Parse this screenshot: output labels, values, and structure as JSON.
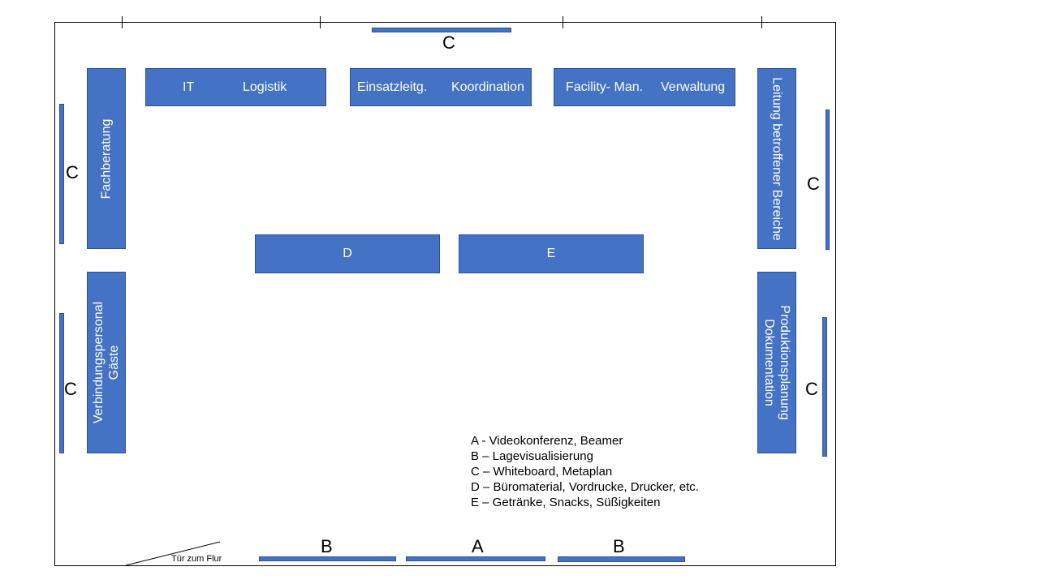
{
  "tables": {
    "top1": {
      "left": "IT",
      "right": "Logistik"
    },
    "top2": {
      "left": "Einsatzleitg.",
      "right": "Koordination"
    },
    "top3": {
      "left": "Facility- Man.",
      "right": "Verwaltung"
    },
    "left_upper": "Fachberatung",
    "left_lower": {
      "line1": "Verbindungspersonal",
      "line2": "Gäste"
    },
    "right_upper": "Leitung betroffener Bereiche",
    "right_lower": {
      "line1": "Produktionsplanung",
      "line2": "Dokumentation"
    },
    "center_d": "D",
    "center_e": "E"
  },
  "markers": {
    "c_top": "C",
    "c_left_upper": "C",
    "c_left_lower": "C",
    "c_right_upper": "C",
    "c_right_lower": "C",
    "b_left": "B",
    "a_bottom": "A",
    "b_right": "B"
  },
  "door_label": "Tür  zum Flur",
  "legend": [
    "A - Videokonferenz, Beamer",
    "B – Lagevisualisierung",
    "C – Whiteboard, Metaplan",
    "D – Büromaterial, Vordrucke, Drucker, etc.",
    "E – Getränke, Snacks, Süßigkeiten"
  ],
  "colors": {
    "table_fill": "#4472c4",
    "table_border": "#2f528f",
    "text_on_table": "#ffffff"
  }
}
